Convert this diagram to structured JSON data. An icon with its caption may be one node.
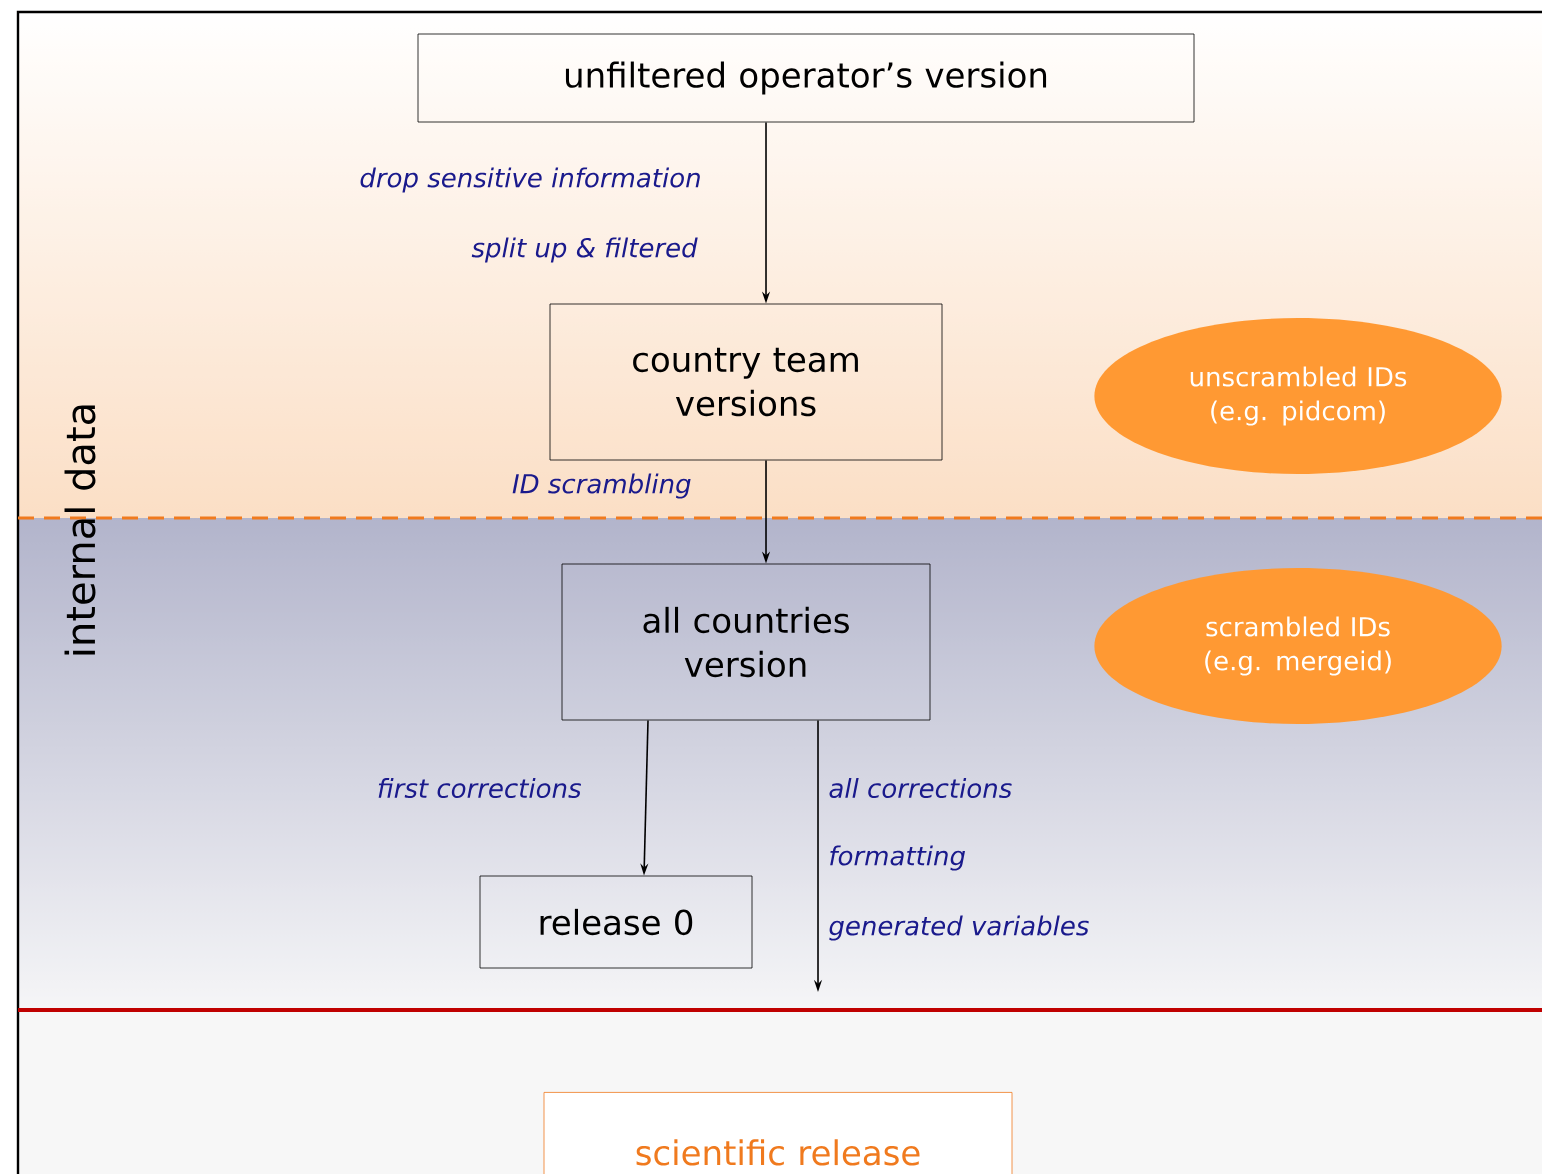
{
  "diagram": {
    "nodes": [
      {
        "text": [
          "unfiltered operator’s version"
        ]
      },
      {
        "text": [
          "country team versions"
        ]
      },
      {
        "text": [
          "all countries version"
        ]
      },
      {
        "text": [
          "release 0"
        ]
      },
      {
        "text": [
          "scientific release"
        ]
      },
      {
        "text": [
          "unscrambled IDs (e.g. pidcom)"
        ]
      },
      {
        "text": [
          "scrambled IDs (e.g. mergeid)"
        ]
      }
    ],
    "edges": [
      {
        "from": 0,
        "to": 1,
        "arrow": "to",
        "label": "drop sensitive information"
      },
      {
        "from": 1,
        "to": 2,
        "arrow": "to",
        "label": "ID scrambling"
      },
      {
        "from": 2,
        "to": 3,
        "arrow": "to",
        "label": "first  corrections"
      },
      {
        "from": 2,
        "to": 4,
        "arrow": "to",
        "label": "all corrections"
      }
    ],
    "labels": [
      "split up & filtered",
      "formatting",
      "generated variables",
      "internal data"
    ]
  }
}
